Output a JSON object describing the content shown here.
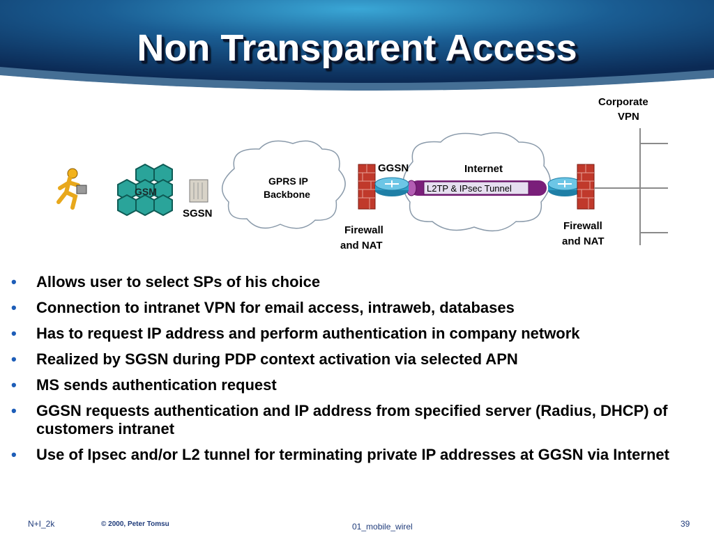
{
  "slide": {
    "title": "Non Transparent Access"
  },
  "diagram": {
    "gsm_label": "GSM",
    "sgsn_label": "SGSN",
    "gprs_cloud_line1": "GPRS IP",
    "gprs_cloud_line2": "Backbone",
    "ggsn_label": "GGSN",
    "internet_label": "Internet",
    "tunnel_label": "L2TP & IPsec Tunnel",
    "firewall_left_line1": "Firewall",
    "firewall_left_line2": "and NAT",
    "firewall_right_line1": "Firewall",
    "firewall_right_line2": "and NAT",
    "corporate_line1": "Corporate",
    "corporate_line2": "VPN",
    "icons": [
      "mobile-user-icon",
      "gsm-cells-icon",
      "sgsn-device-icon",
      "firewall-icon",
      "router-icon",
      "tunnel-icon",
      "cloud-icon"
    ],
    "colors": {
      "tunnel": "#7a1f7a",
      "firewall": "#c0392b",
      "router": "#2f9fc7",
      "gsm_cell": "#2aa49a",
      "user": "#e8a81c"
    }
  },
  "bullets": [
    "Allows user to select SPs of his choice",
    "Connection to intranet VPN for email access, intraweb, databases",
    "Has to request IP address and perform authentication in company network",
    "Realized by SGSN during PDP context activation via selected APN",
    "MS sends authentication request",
    "GGSN requests authentication and IP address from specified server (Radius, DHCP) of customers intranet",
    "Use of Ipsec and/or L2 tunnel for terminating private IP addresses at GGSN via Internet"
  ],
  "bullet_glyph": "•",
  "footer": {
    "left": "N+I_2k",
    "copyright": "© 2000, Peter Tomsu",
    "center": "01_mobile_wirel",
    "page_number": "39"
  }
}
